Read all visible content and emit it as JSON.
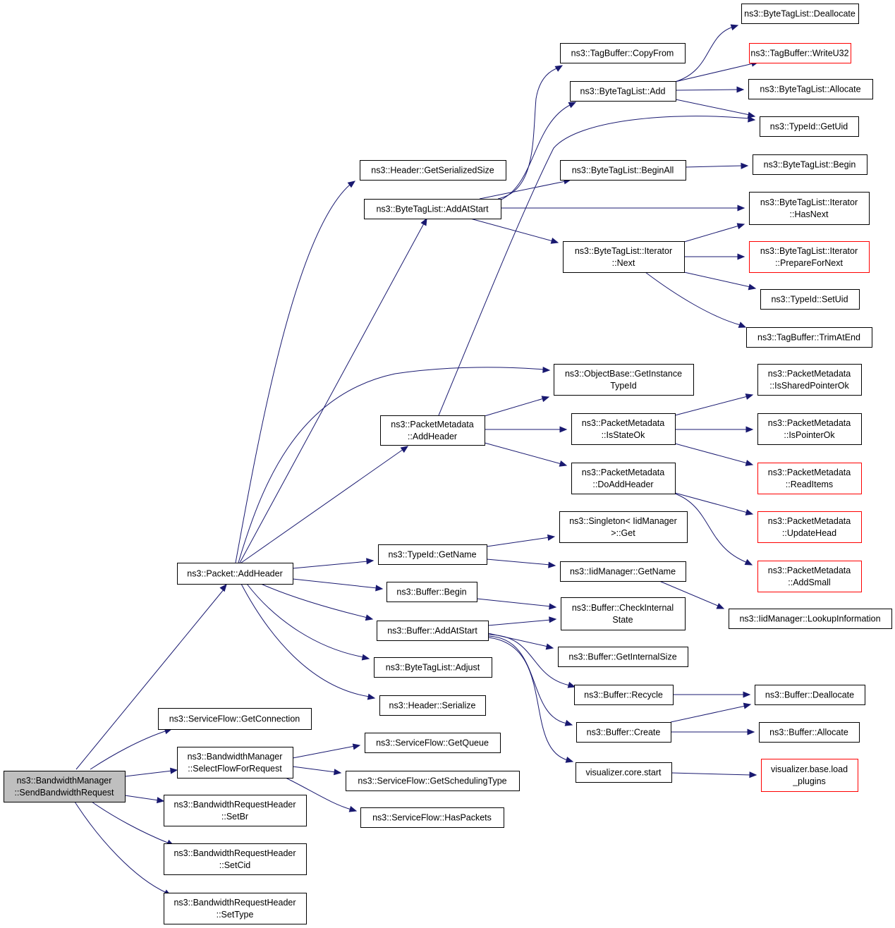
{
  "nodes": {
    "n0": [
      "ns3::BandwidthManager",
      "::SendBandwidthRequest"
    ],
    "n1": [
      "ns3::Packet::AddHeader"
    ],
    "n2": [
      "ns3::ServiceFlow::GetConnection"
    ],
    "n3": [
      "ns3::BandwidthManager",
      "::SelectFlowForRequest"
    ],
    "n4": [
      "ns3::BandwidthRequestHeader",
      "::SetBr"
    ],
    "n5": [
      "ns3::BandwidthRequestHeader",
      "::SetCid"
    ],
    "n6": [
      "ns3::BandwidthRequestHeader",
      "::SetType"
    ],
    "n7": [
      "ns3::Header::GetSerializedSize"
    ],
    "n8": [
      "ns3::ByteTagList::AddAtStart"
    ],
    "n9": [
      "ns3::PacketMetadata",
      "::AddHeader"
    ],
    "n10": [
      "ns3::TypeId::GetName"
    ],
    "n11": [
      "ns3::Buffer::Begin"
    ],
    "n12": [
      "ns3::Buffer::AddAtStart"
    ],
    "n13": [
      "ns3::ByteTagList::Adjust"
    ],
    "n14": [
      "ns3::Header::Serialize"
    ],
    "n15": [
      "ns3::ServiceFlow::GetQueue"
    ],
    "n16": [
      "ns3::ServiceFlow::GetSchedulingType"
    ],
    "n17": [
      "ns3::ServiceFlow::HasPackets"
    ],
    "n18": [
      "ns3::TagBuffer::CopyFrom"
    ],
    "n19": [
      "ns3::ByteTagList::Add"
    ],
    "n20": [
      "ns3::ByteTagList::BeginAll"
    ],
    "n21": [
      "ns3::ByteTagList::Iterator",
      "::Next"
    ],
    "n22": [
      "ns3::ObjectBase::GetInstance",
      "TypeId"
    ],
    "n23": [
      "ns3::PacketMetadata",
      "::IsStateOk"
    ],
    "n24": [
      "ns3::PacketMetadata",
      "::DoAddHeader"
    ],
    "n25": [
      "ns3::Singleton< IidManager",
      " >::Get"
    ],
    "n26": [
      "ns3::IidManager::GetName"
    ],
    "n27": [
      "ns3::Buffer::CheckInternal",
      "State"
    ],
    "n28": [
      "ns3::Buffer::GetInternalSize"
    ],
    "n29": [
      "ns3::Buffer::Recycle"
    ],
    "n30": [
      "ns3::Buffer::Create"
    ],
    "n31": [
      "visualizer.core.start"
    ],
    "n32": [
      "ns3::ByteTagList::Deallocate"
    ],
    "n33": [
      "ns3::TagBuffer::WriteU32"
    ],
    "n34": [
      "ns3::ByteTagList::Allocate"
    ],
    "n35": [
      "ns3::TypeId::GetUid"
    ],
    "n36": [
      "ns3::ByteTagList::Begin"
    ],
    "n37": [
      "ns3::ByteTagList::Iterator",
      "::HasNext"
    ],
    "n38": [
      "ns3::ByteTagList::Iterator",
      "::PrepareForNext"
    ],
    "n39": [
      "ns3::TypeId::SetUid"
    ],
    "n40": [
      "ns3::TagBuffer::TrimAtEnd"
    ],
    "n41": [
      "ns3::PacketMetadata",
      "::IsSharedPointerOk"
    ],
    "n42": [
      "ns3::PacketMetadata",
      "::IsPointerOk"
    ],
    "n43": [
      "ns3::PacketMetadata",
      "::ReadItems"
    ],
    "n44": [
      "ns3::PacketMetadata",
      "::UpdateHead"
    ],
    "n45": [
      "ns3::PacketMetadata",
      "::AddSmall"
    ],
    "n46": [
      "ns3::IidManager::LookupInformation"
    ],
    "n47": [
      "ns3::Buffer::Deallocate"
    ],
    "n48": [
      "ns3::Buffer::Allocate"
    ],
    "n49": [
      "visualizer.base.load",
      "_plugins"
    ]
  },
  "colors": {
    "edge": "#191970",
    "node_border": "#000000",
    "node_border_incomplete": "#ff0000",
    "root_fill": "#bfbfbf"
  }
}
